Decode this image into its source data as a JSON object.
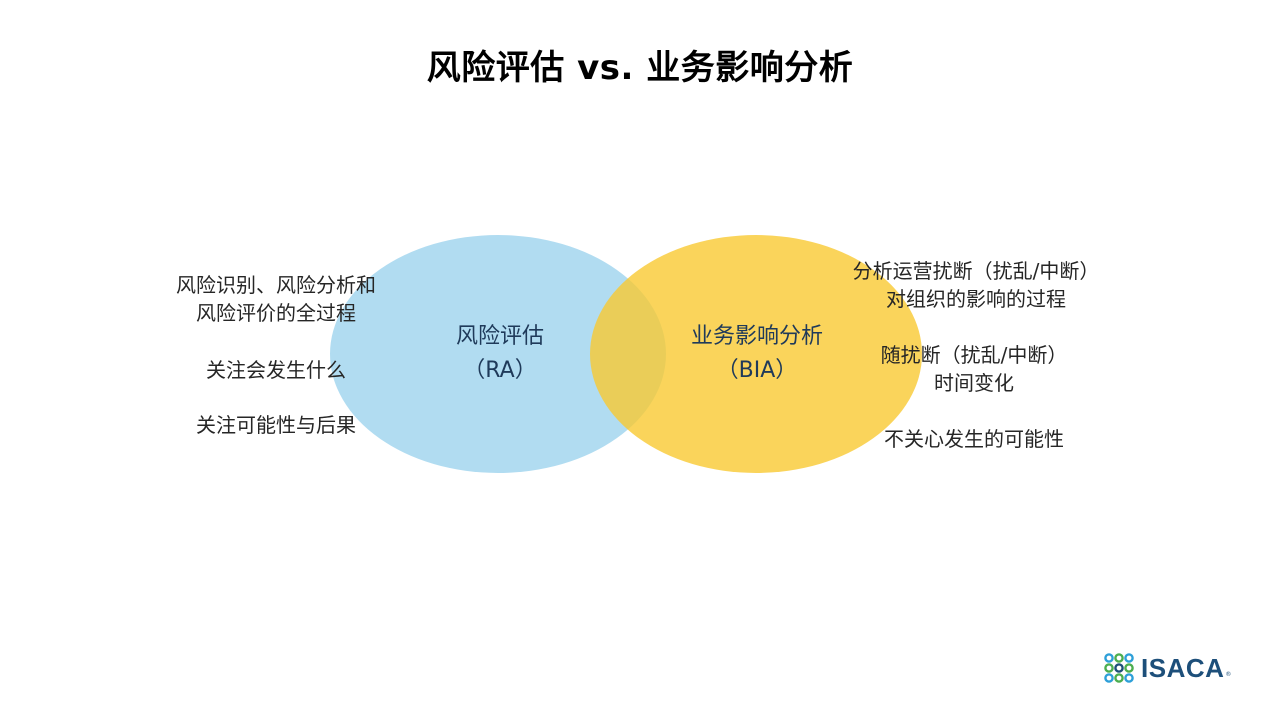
{
  "title": "风险评估 vs. 业务影响分析",
  "ra": {
    "name": "风险评估",
    "abbr": "（RA）",
    "points": [
      "风险识别、风险分析和\n风险评价的全过程",
      "关注会发生什么",
      "关注可能性与后果"
    ]
  },
  "bia": {
    "name": "业务影响分析",
    "abbr": "（BIA）",
    "points": [
      "分析运营扰断（扰乱/中断）\n对组织的影响的过程",
      "随扰断（扰乱/中断）\n时间变化",
      "不关心发生的可能性"
    ]
  },
  "colors": {
    "ra_circle": "#a9d8f0",
    "bia_circle": "#f9c932",
    "overlap": "#e0c46a",
    "label_text": "#1f3a5a",
    "logo": "#1d4f7a"
  },
  "logo": {
    "text": "ISACA",
    "mark": "®",
    "icon": "isaca-knot-icon"
  }
}
